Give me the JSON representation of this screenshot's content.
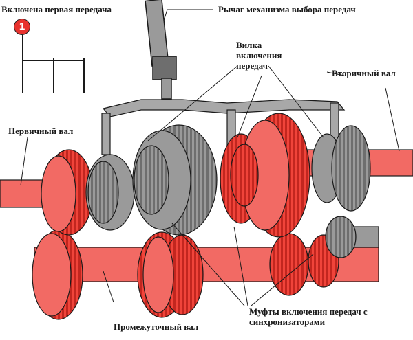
{
  "gear_indicator": {
    "title": "Включена первая передача",
    "number": "1"
  },
  "labels": {
    "selector_lever": "Рычаг механизма выбора передач",
    "shift_fork": "Вилка включения передач",
    "output_shaft": "Вторичный вал",
    "input_shaft": "Первичный вал",
    "countershaft": "Промежуточный вал",
    "synchro_clutches": "Муфты включения передач с синхронизаторами"
  },
  "colors": {
    "gear_red": "#f0443a",
    "gear_red_dark": "#c2261f",
    "shaft_red": "#f26a64",
    "gray_part": "#9a9a9a",
    "gray_dark": "#6e6e6e",
    "outline": "#1a1a1a"
  }
}
